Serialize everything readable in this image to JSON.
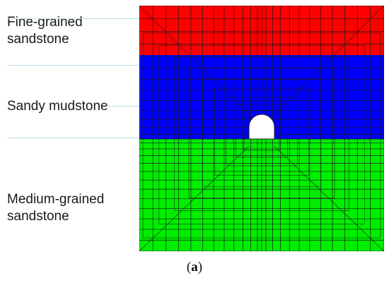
{
  "layers": [
    {
      "name": "Fine-grained\nsandstone",
      "color": "#ff0000"
    },
    {
      "name": "Sandy mudstone",
      "color": "#0000ff"
    },
    {
      "name": "Medium-grained\nsandstone",
      "color": "#00ee00"
    }
  ],
  "mesh_line_color": "#1a1a1a",
  "opening_color": "#ffffff",
  "caption": {
    "open": "(",
    "letter": "a",
    "close": ")"
  }
}
